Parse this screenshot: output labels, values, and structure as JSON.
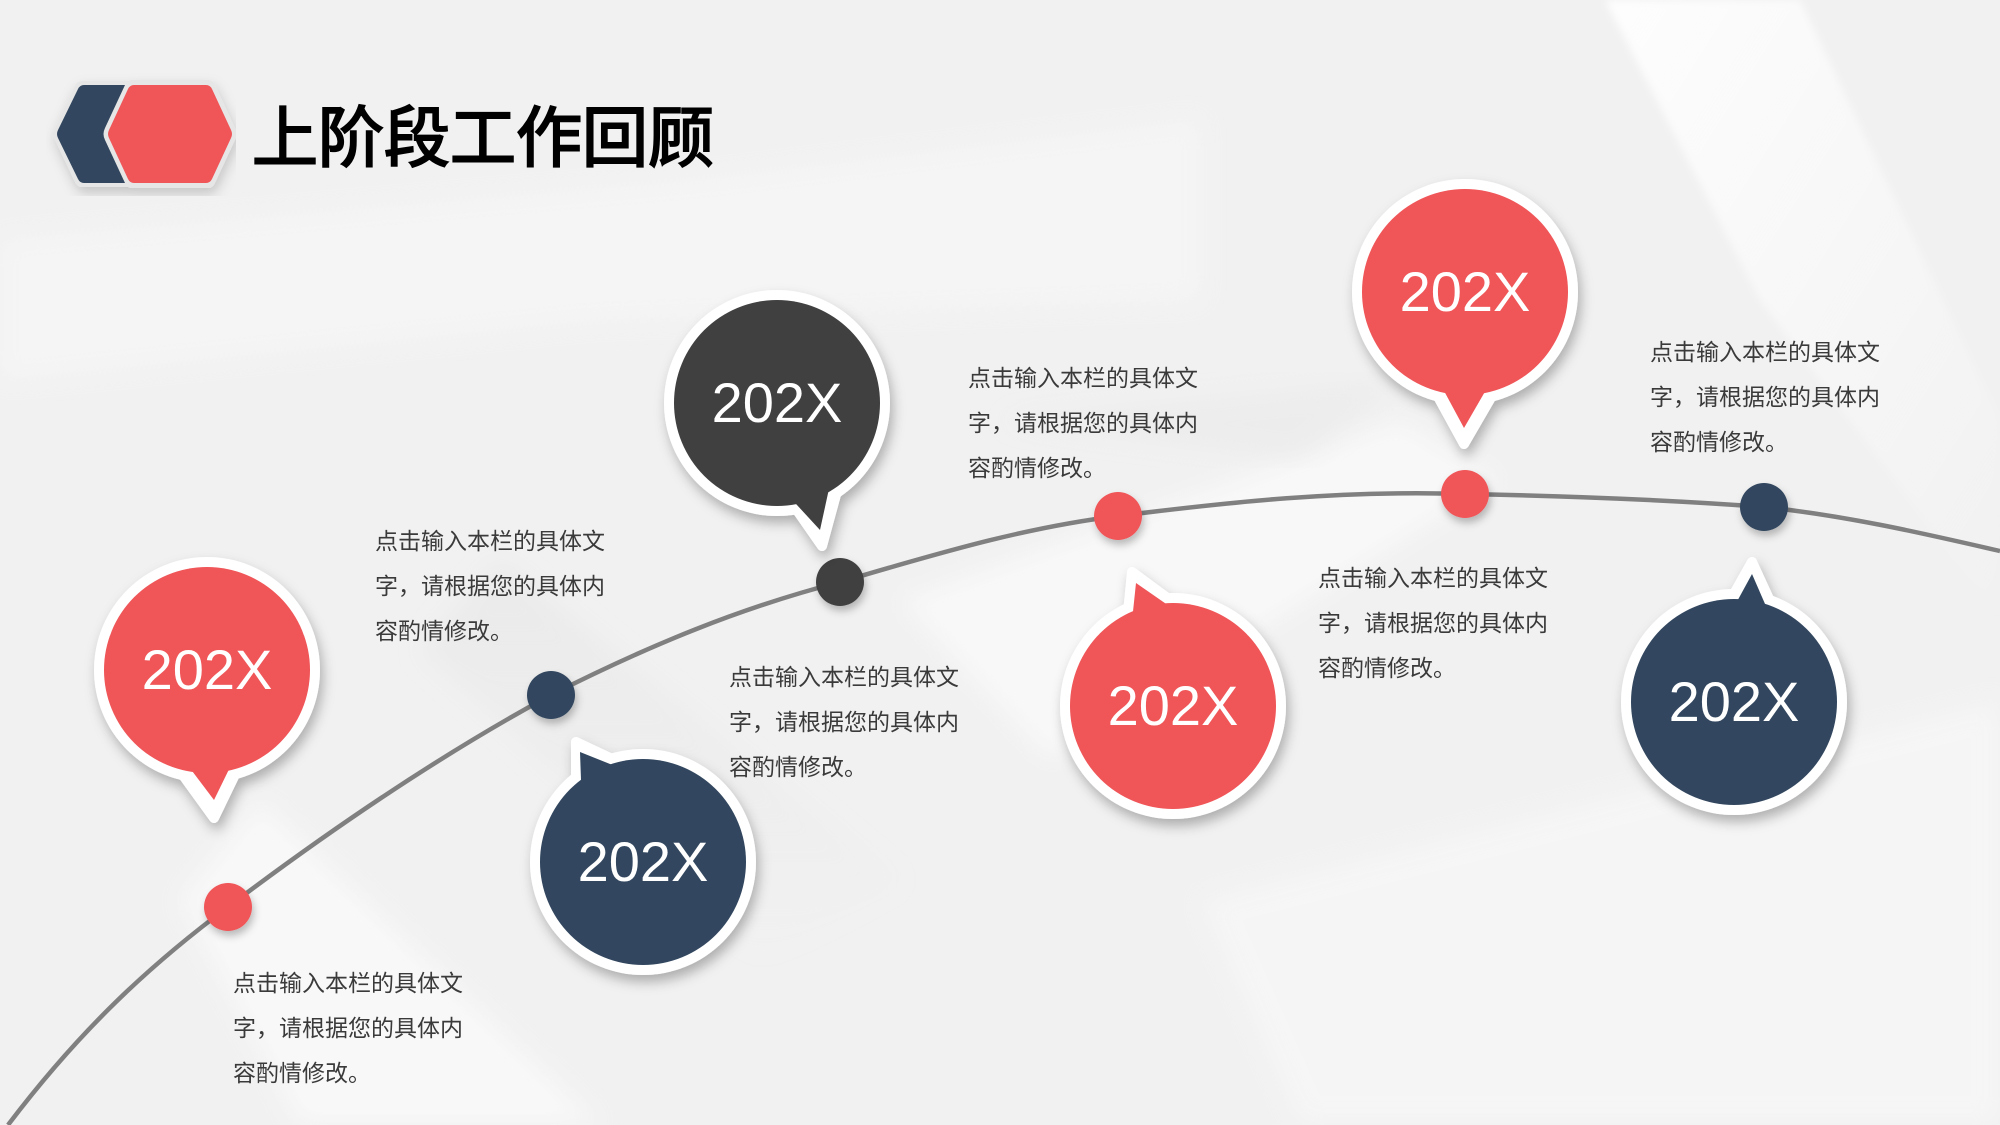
{
  "header": {
    "title": "上阶段工作回顾",
    "logo_icon": "double-hexagon-icon"
  },
  "colors": {
    "background": "#f1f1f1",
    "red": "#f05559",
    "navy": "#31475e",
    "dark_gray": "#404040",
    "curve": "#808080",
    "text": "#3a3a3a",
    "bubble_border": "#ffffff"
  },
  "timeline": {
    "milestones": [
      {
        "label": "202X",
        "color": "red",
        "description": [
          "点击输入本栏的具体文",
          "字，请根据您的具体内",
          "容酌情修改。"
        ]
      },
      {
        "label": "202X",
        "color": "navy",
        "description": [
          "点击输入本栏的具体文",
          "字，请根据您的具体内",
          "容酌情修改。"
        ]
      },
      {
        "label": "202X",
        "color": "dark_gray",
        "description": [
          "点击输入本栏的具体文",
          "字，请根据您的具体内",
          "容酌情修改。"
        ]
      },
      {
        "label": "202X",
        "color": "red",
        "description": [
          "点击输入本栏的具体文",
          "字，请根据您的具体内",
          "容酌情修改。"
        ]
      },
      {
        "label": "202X",
        "color": "red",
        "description": [
          "点击输入本栏的具体文",
          "字，请根据您的具体内",
          "容酌情修改。"
        ]
      },
      {
        "label": "202X",
        "color": "navy",
        "description": [
          "点击输入本栏的具体文",
          "字，请根据您的具体内",
          "容酌情修改。"
        ]
      }
    ]
  }
}
